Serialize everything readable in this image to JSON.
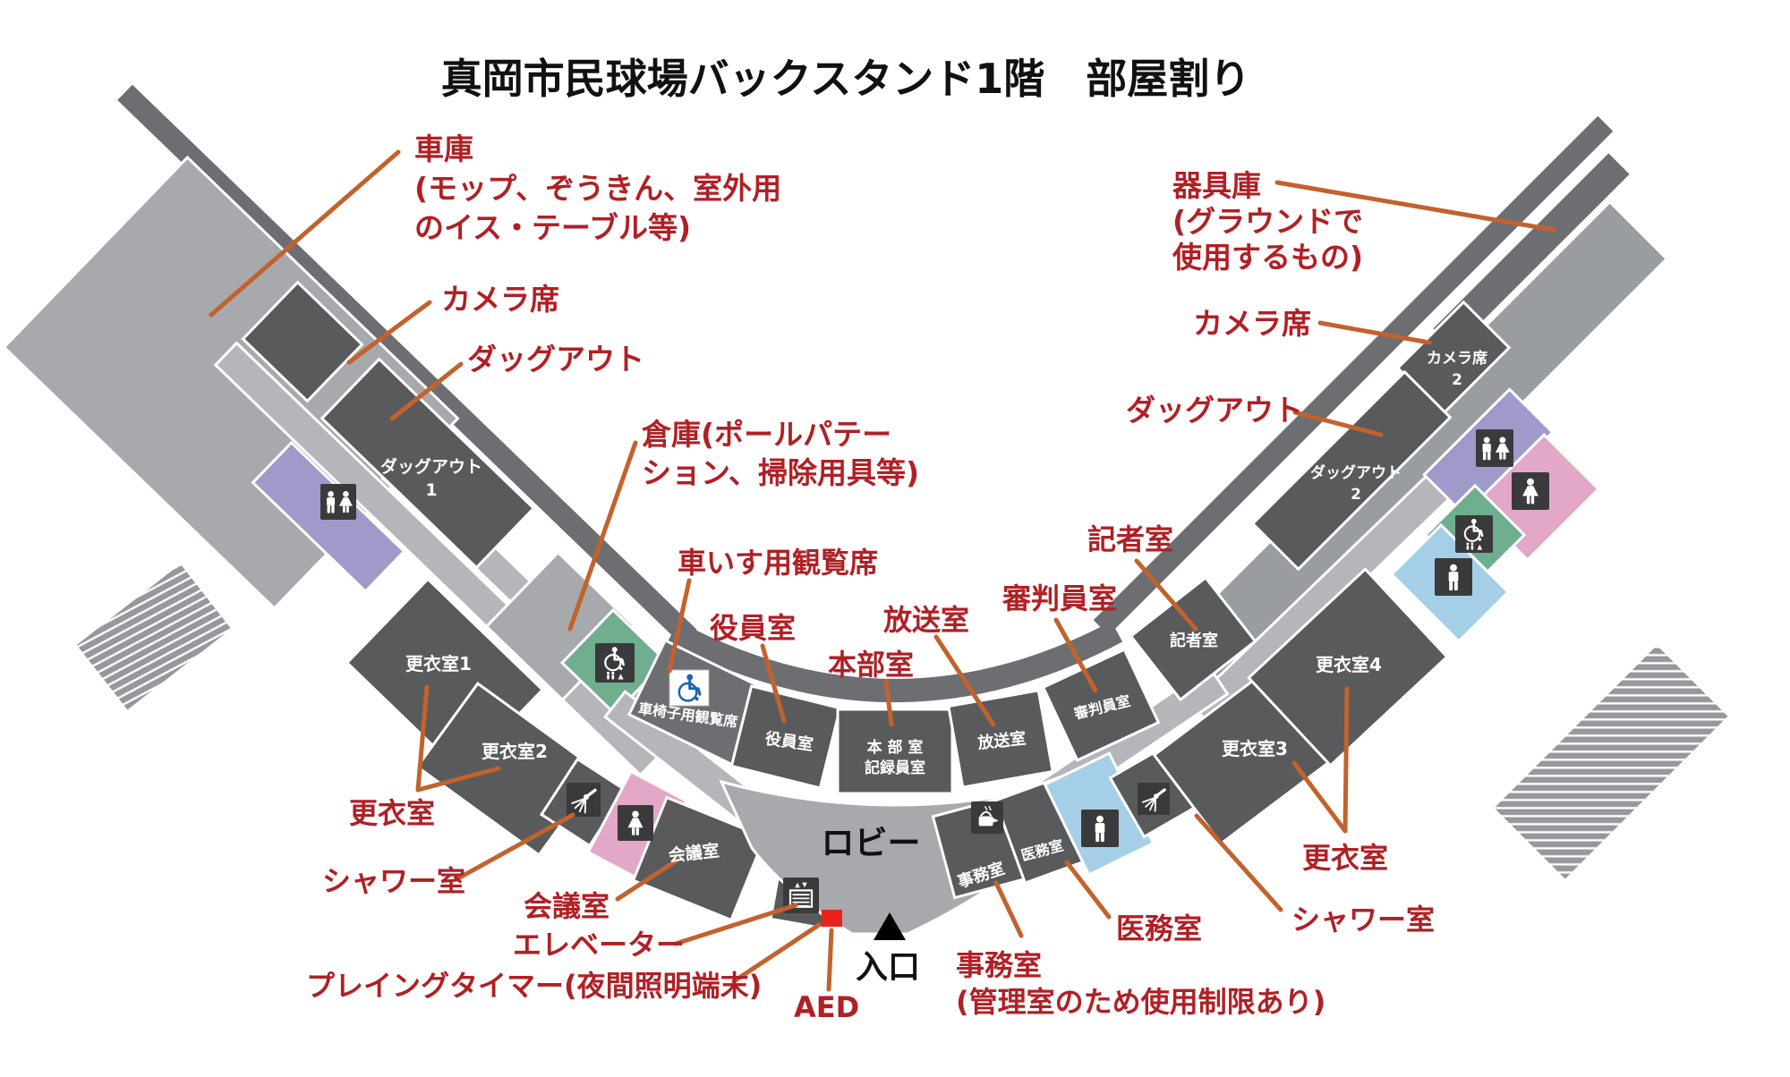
{
  "title": "真岡市民球場バックスタンド1階　部屋割り",
  "colors": {
    "red": "#b02025",
    "leader": "#c2622d",
    "dark_room": "#595a5c",
    "outer_band": "#6d6e71",
    "light_area": "#a7a9ac",
    "corridor": "#b4b6b9",
    "big_band": "#9a9da0",
    "purple": "#a09aca",
    "pink": "#e3a8c7",
    "green": "#6fae8f",
    "blue": "#a5cfe6",
    "icon_box": "#3a3a3c",
    "aed": "#e8221c",
    "wheelchair_blue": "#1c63ae",
    "stairs": "#96989b",
    "text_black": "#111111",
    "text_white": "#ffffff"
  },
  "map": {
    "regions": {
      "l-outer-band": {
        "color": "outer_band"
      },
      "l-garage": {
        "color": "light_area"
      },
      "l-corridor": {
        "color": "corridor"
      },
      "l-corridor2": {
        "color": "corridor"
      },
      "l-camera-room": {
        "color": "dark_room"
      },
      "l-dugout1-room": {
        "color": "dark_room",
        "label": [
          "ダッグアウト",
          "1"
        ]
      },
      "l-purple-toilet": {
        "color": "purple"
      },
      "l-storage-room": {
        "color": "light_area"
      },
      "l-green-accessible": {
        "color": "green"
      },
      "l-locker1": {
        "color": "dark_room",
        "label": [
          "更衣室1"
        ]
      },
      "l-locker2": {
        "color": "dark_room",
        "label": [
          "更衣室2"
        ]
      },
      "l-shower-room": {
        "color": "dark_room"
      },
      "l-pink-toilet": {
        "color": "pink"
      },
      "l-meeting-room": {
        "color": "dark_room",
        "label": [
          "会議室"
        ]
      },
      "l-elevator-room": {
        "color": "dark_room"
      },
      "r-outer-band": {
        "color": "outer_band"
      },
      "r-big-band": {
        "color": "big_band"
      },
      "r-gear-band": {
        "color": "outer_band"
      },
      "r-corridor": {
        "color": "corridor"
      },
      "r-camera2": {
        "color": "dark_room",
        "label": [
          "カメラ席",
          "2"
        ]
      },
      "r-dugout2": {
        "color": "dark_room",
        "label": [
          "ダッグアウト",
          "2"
        ]
      },
      "r-purple-toilet": {
        "color": "purple"
      },
      "r-pink-toilet": {
        "color": "pink"
      },
      "r-green-accessible": {
        "color": "green"
      },
      "r-cluster-blue": {
        "color": "blue"
      },
      "c-outer-arc": {
        "color": "outer_band"
      },
      "c-corr-left": {
        "color": "corridor"
      },
      "c-corr-right": {
        "color": "corridor"
      },
      "c-wheelview-band": {
        "color": "outer_band",
        "label": [
          "車椅子用観覧席"
        ]
      },
      "c-officers": {
        "color": "dark_room",
        "label": [
          "役員室"
        ]
      },
      "c-hq": {
        "color": "dark_room",
        "label": [
          "本 部 室",
          "記録員室"
        ]
      },
      "c-broadcast": {
        "color": "dark_room",
        "label": [
          "放送室"
        ]
      },
      "c-umpire": {
        "color": "dark_room",
        "label": [
          "審判員室"
        ]
      },
      "c-press": {
        "color": "dark_room",
        "label": [
          "記者室"
        ]
      },
      "lobby": {
        "color": "light_area",
        "label": [
          "ロビー"
        ]
      },
      "r-office": {
        "color": "dark_room",
        "label": [
          "事務室"
        ]
      },
      "r-medical": {
        "color": "dark_room",
        "label": [
          "医務室"
        ]
      },
      "r-blue-toilet": {
        "color": "blue"
      },
      "r-shower-room": {
        "color": "dark_room"
      },
      "r-locker3": {
        "color": "dark_room",
        "label": [
          "更衣室3"
        ]
      },
      "r-locker4": {
        "color": "dark_room",
        "label": [
          "更衣室4"
        ]
      },
      "stairs-left": {
        "color": "stairs"
      },
      "stairs-right": {
        "color": "stairs"
      }
    },
    "icons": [
      {
        "id": "i-mw-left",
        "name": "unisex-toilet-icon"
      },
      {
        "id": "i-accessible-left",
        "name": "accessible-toilet-icon"
      },
      {
        "id": "i-wheelview",
        "name": "wheelchair-icon"
      },
      {
        "id": "i-shower-left",
        "name": "shower-icon"
      },
      {
        "id": "i-woman-left",
        "name": "women-toilet-icon"
      },
      {
        "id": "i-elevator",
        "name": "elevator-icon"
      },
      {
        "id": "i-kettle",
        "name": "kettle-icon"
      },
      {
        "id": "i-man-right",
        "name": "men-toilet-icon"
      },
      {
        "id": "i-shower-right",
        "name": "shower-icon"
      },
      {
        "id": "i-mw-right",
        "name": "unisex-toilet-icon"
      },
      {
        "id": "i-woman-right",
        "name": "women-toilet-icon"
      },
      {
        "id": "i-accessible-right",
        "name": "accessible-toilet-icon"
      },
      {
        "id": "i-man-cluster",
        "name": "men-toilet-icon"
      }
    ]
  },
  "annotations": {
    "garage-label": {
      "color": "red",
      "lines": [
        "車庫",
        "(モップ、ぞうきん、室外用",
        "のイス・テーブル等)"
      ]
    },
    "camera-left-label": {
      "color": "red",
      "lines": [
        "カメラ席"
      ]
    },
    "dugout-left-label": {
      "color": "red",
      "lines": [
        "ダッグアウト"
      ]
    },
    "storage-label": {
      "color": "red",
      "lines": [
        "倉庫(ポールパテー",
        "ション、掃除用具等)"
      ]
    },
    "wheelchair-seats-label": {
      "color": "red",
      "lines": [
        "車いす用観覧席"
      ]
    },
    "officers-label": {
      "color": "red",
      "lines": [
        "役員室"
      ]
    },
    "hq-label": {
      "color": "red",
      "lines": [
        "本部室"
      ]
    },
    "broadcast-label": {
      "color": "red",
      "lines": [
        "放送室"
      ]
    },
    "umpire-label": {
      "color": "red",
      "lines": [
        "審判員室"
      ]
    },
    "press-label": {
      "color": "red",
      "lines": [
        "記者室"
      ]
    },
    "dugout-right-label": {
      "color": "red",
      "lines": [
        "ダッグアウト"
      ]
    },
    "camera-right-label": {
      "color": "red",
      "lines": [
        "カメラ席"
      ]
    },
    "gear-label": {
      "color": "red",
      "lines": [
        "器具庫",
        "(グラウンドで",
        "使用するもの)"
      ]
    },
    "locker-left-label": {
      "color": "red",
      "lines": [
        "更衣室"
      ]
    },
    "shower-left-label": {
      "color": "red",
      "lines": [
        "シャワー室"
      ]
    },
    "meeting-label": {
      "color": "red",
      "lines": [
        "会議室"
      ]
    },
    "elevator-label": {
      "color": "red",
      "lines": [
        "エレベーター"
      ]
    },
    "timer-label": {
      "color": "red",
      "lines": [
        "プレイングタイマー(夜間照明端末)"
      ]
    },
    "aed-label": {
      "color": "red",
      "lines": [
        "AED"
      ]
    },
    "entrance-label": {
      "color": "black",
      "lines": [
        "入口"
      ]
    },
    "office-label": {
      "color": "red",
      "lines": [
        "事務室",
        "(管理室のため使用制限あり)"
      ]
    },
    "medical-label": {
      "color": "red",
      "lines": [
        "医務室"
      ]
    },
    "shower-right-label": {
      "color": "red",
      "lines": [
        "シャワー室"
      ]
    },
    "locker-right-label": {
      "color": "red",
      "lines": [
        "更衣室"
      ]
    }
  }
}
